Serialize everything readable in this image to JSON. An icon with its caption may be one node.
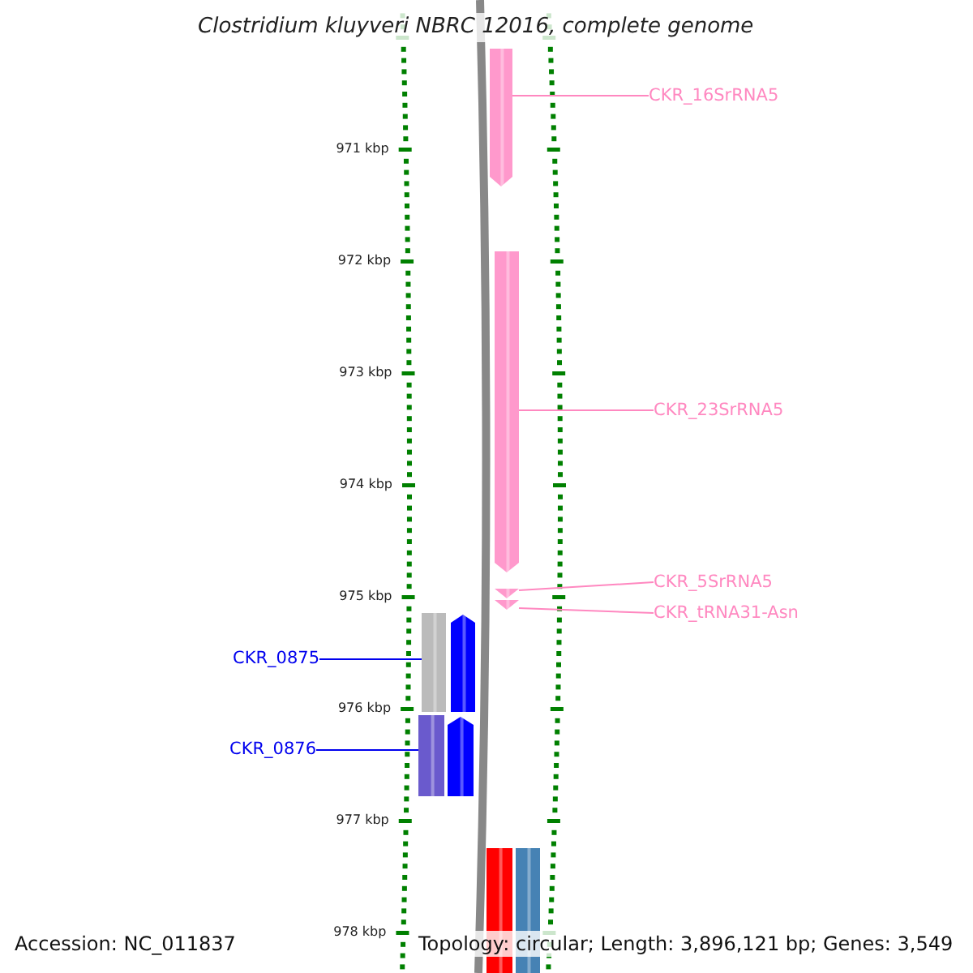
{
  "diagram": {
    "title": "Clostridium kluyveri NBRC 12016, complete genome",
    "nodes": [
      {
        "text": [
          "CKR_16SrRNA5"
        ]
      },
      {
        "text": [],
        "shape": "bar"
      },
      {
        "text": [
          "CKR_23SrRNA5"
        ]
      },
      {
        "text": [],
        "shape": "bar"
      },
      {
        "text": [
          "CKR_5SrRNA5"
        ]
      },
      {
        "text": [],
        "shape": "bar"
      },
      {
        "text": [
          "CKR_tRNA31-Asn"
        ]
      },
      {
        "text": [],
        "shape": "bar"
      },
      {
        "text": [
          "CKR_0875"
        ]
      },
      {
        "text": [],
        "shape": "bar"
      },
      {
        "text": [],
        "shape": "bar"
      },
      {
        "text": [
          "CKR_0876"
        ]
      },
      {
        "text": [],
        "shape": "bar"
      },
      {
        "text": [],
        "shape": "bar"
      },
      {
        "text": [],
        "shape": "bar"
      },
      {
        "text": [],
        "shape": "bar"
      }
    ],
    "edges": [
      {
        "from": 0,
        "to": 1,
        "arrow": "none"
      },
      {
        "from": 2,
        "to": 3,
        "arrow": "none"
      },
      {
        "from": 4,
        "to": 5,
        "arrow": "none"
      },
      {
        "from": 6,
        "to": 7,
        "arrow": "none"
      },
      {
        "from": 8,
        "to": 9,
        "arrow": "none",
        "color": "#0000ee"
      },
      {
        "from": 11,
        "to": 12,
        "arrow": "none",
        "color": "#0000ee"
      }
    ],
    "labels": [
      "971 kbp",
      "972 kbp",
      "973 kbp",
      "974 kbp",
      "975 kbp",
      "976 kbp",
      "977 kbp",
      "978 kbp",
      "Accession: NC_011837",
      "Topology: circular; Length: 3,896,121 bp; Genes: 3,549"
    ]
  }
}
